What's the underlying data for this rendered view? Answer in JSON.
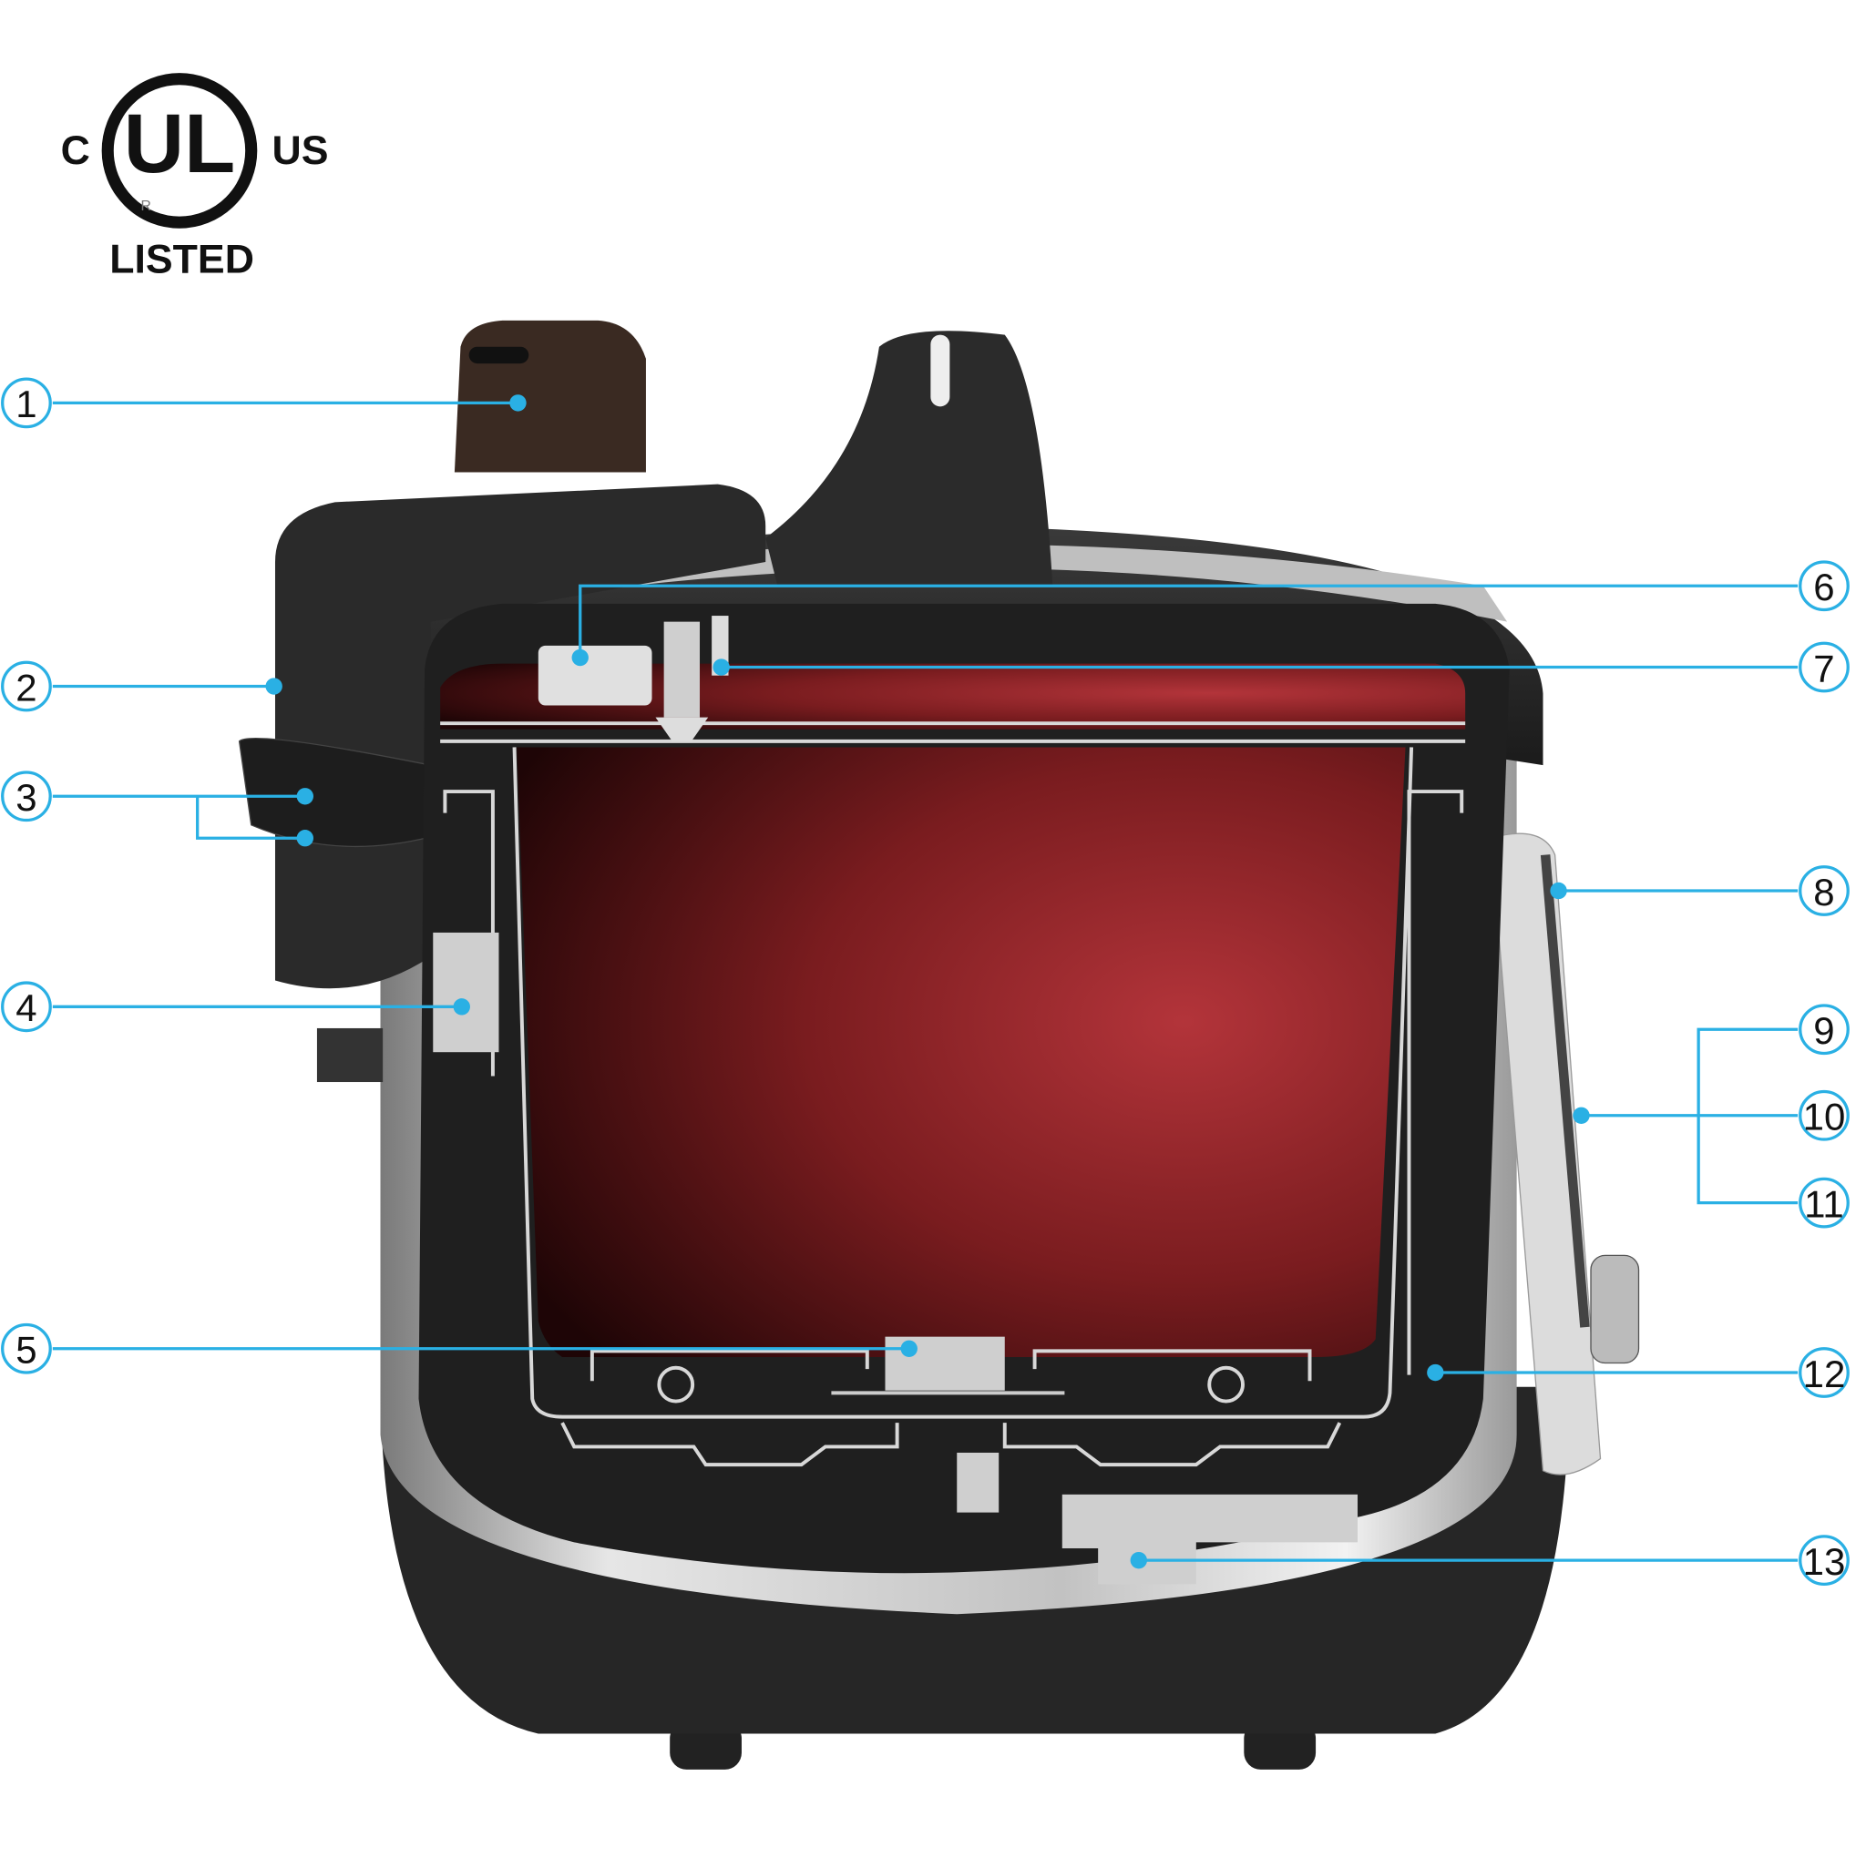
{
  "certification": {
    "mark": "UL",
    "left": "C",
    "right": "US",
    "bottom": "LISTED",
    "registered": "R"
  },
  "callouts": [
    {
      "label": "1"
    },
    {
      "label": "2"
    },
    {
      "label": "3"
    },
    {
      "label": "4"
    },
    {
      "label": "5"
    },
    {
      "label": "6"
    },
    {
      "label": "7"
    },
    {
      "label": "8"
    },
    {
      "label": "9"
    },
    {
      "label": "10"
    },
    {
      "label": "11"
    },
    {
      "label": "12"
    },
    {
      "label": "13"
    }
  ],
  "colors": {
    "leader": "#2ab0e4",
    "cutaway": "#a52a2d",
    "body_dark": "#2a2a2a",
    "steel": "#c9c9c9"
  }
}
